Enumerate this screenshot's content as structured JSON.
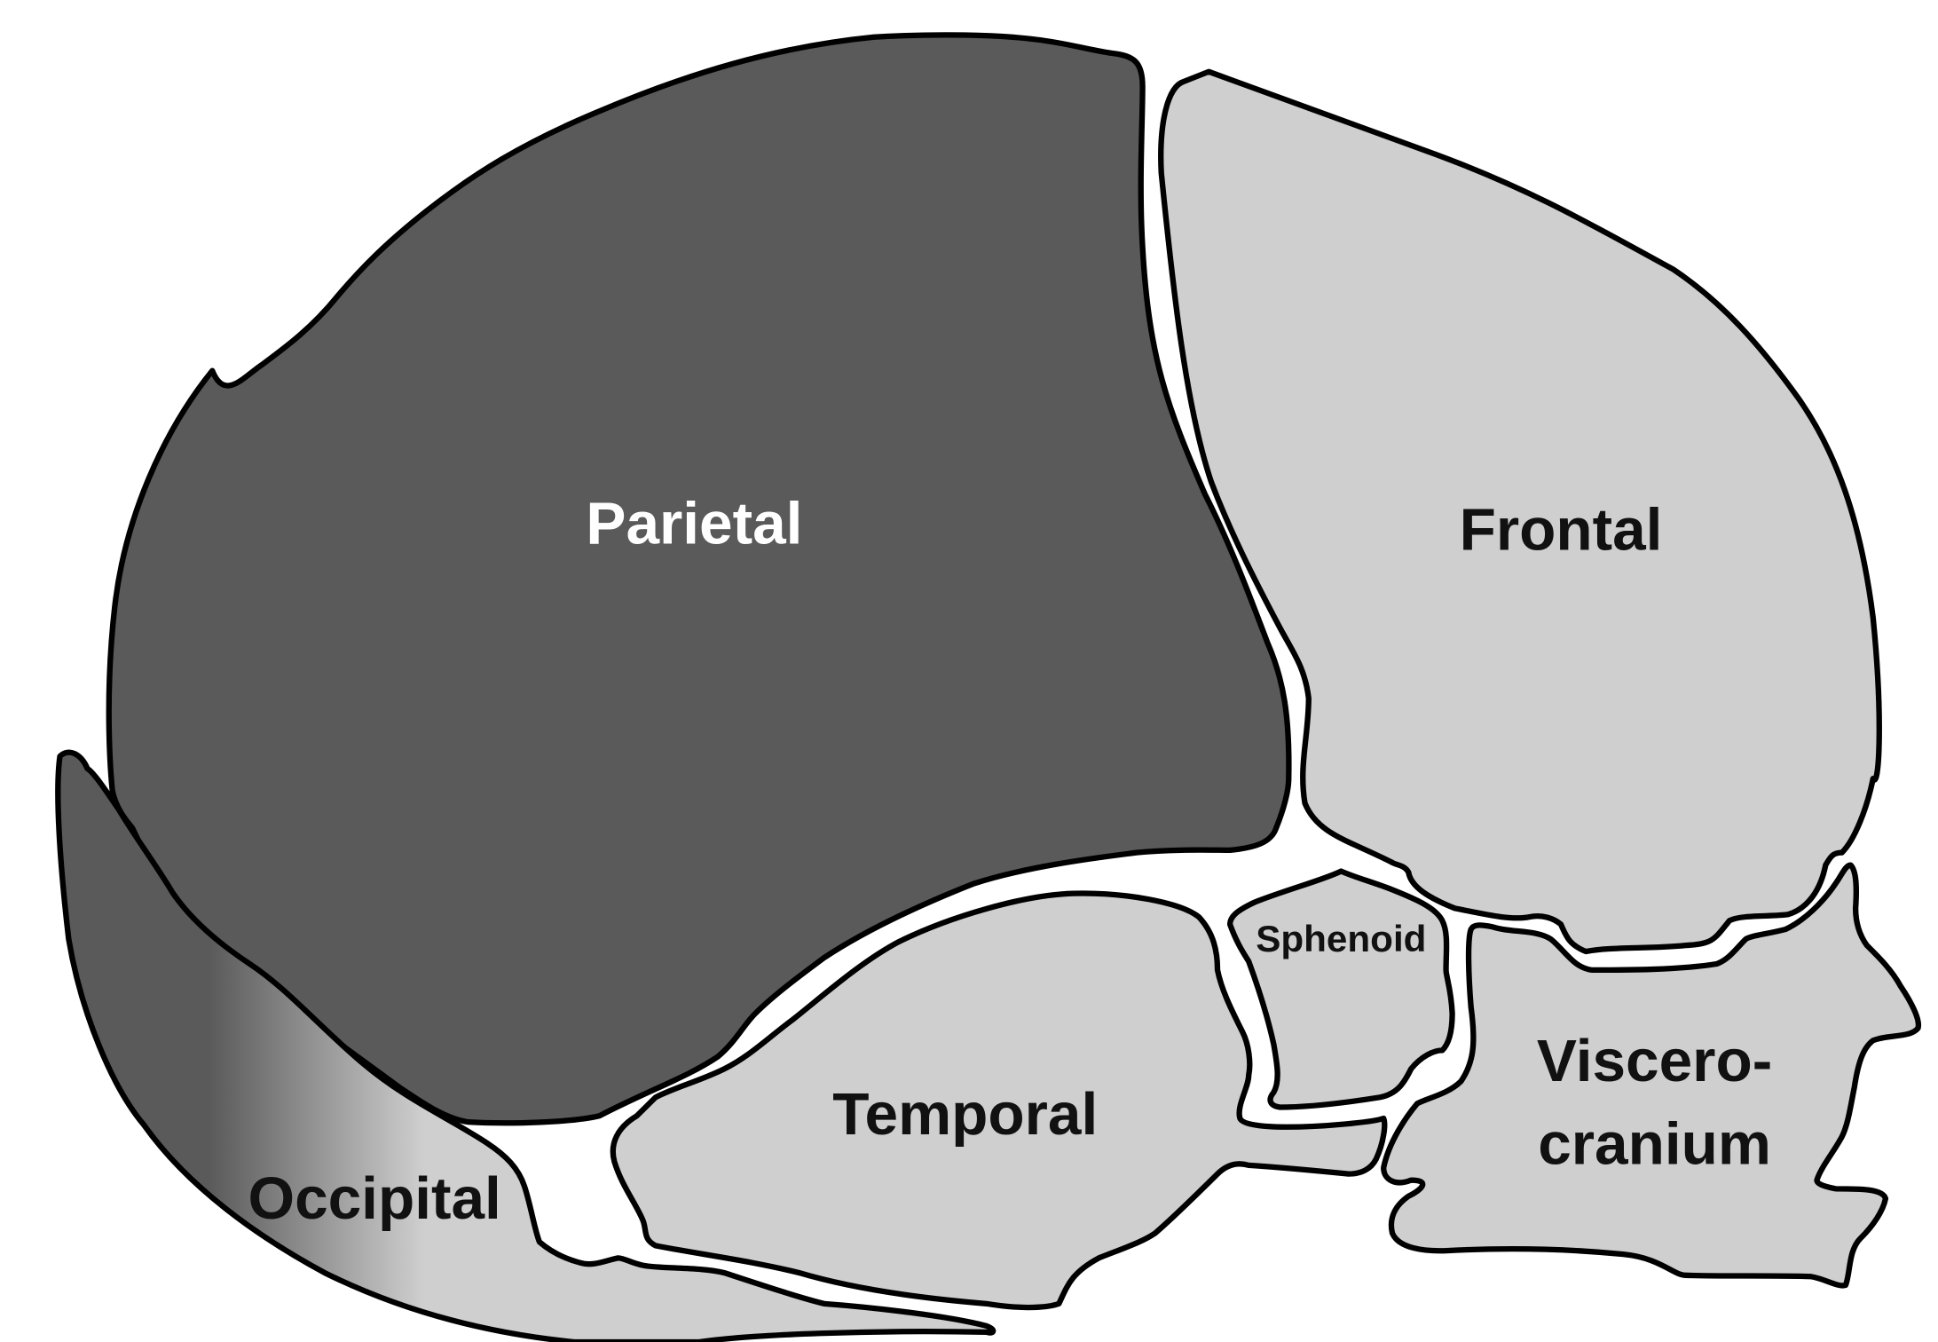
{
  "diagram": {
    "colors": {
      "background": "#ffffff",
      "outline": "#000000",
      "parietal_fill": "#5a5a5a",
      "light_bone_fill": "#d0cfd0",
      "occipital_gradient": [
        "#5a5a5a",
        "#d0cfd0"
      ],
      "dark_label": "#111111",
      "light_label": "#ffffff"
    },
    "bones": {
      "parietal": "Parietal",
      "frontal": "Frontal",
      "sphenoid": "Sphenoid",
      "temporal": "Temporal",
      "occipital": "Occipital",
      "viscerocranium_line1": "Viscero-",
      "viscerocranium_line2": "cranium"
    }
  }
}
